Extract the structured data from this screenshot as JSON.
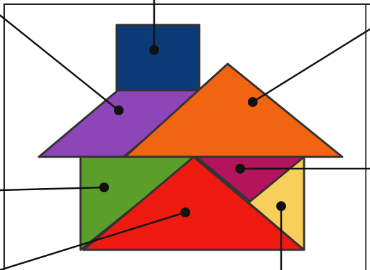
{
  "diagram": {
    "subject": "tangram house",
    "pieces": [
      {
        "name": "square",
        "color": "#0a3a78"
      },
      {
        "name": "parallelogram",
        "color": "#8e45b8"
      },
      {
        "name": "large-triangle-roof",
        "color": "#f06412"
      },
      {
        "name": "large-triangle-green",
        "color": "#5b9e2a"
      },
      {
        "name": "large-triangle-red",
        "color": "#ee1a10"
      },
      {
        "name": "small-triangle-magenta",
        "color": "#b3145c"
      },
      {
        "name": "small-triangle-yellow",
        "color": "#f7cf5a"
      }
    ],
    "labels": [],
    "outline_color": "#333333",
    "leader_color": "#111111"
  }
}
